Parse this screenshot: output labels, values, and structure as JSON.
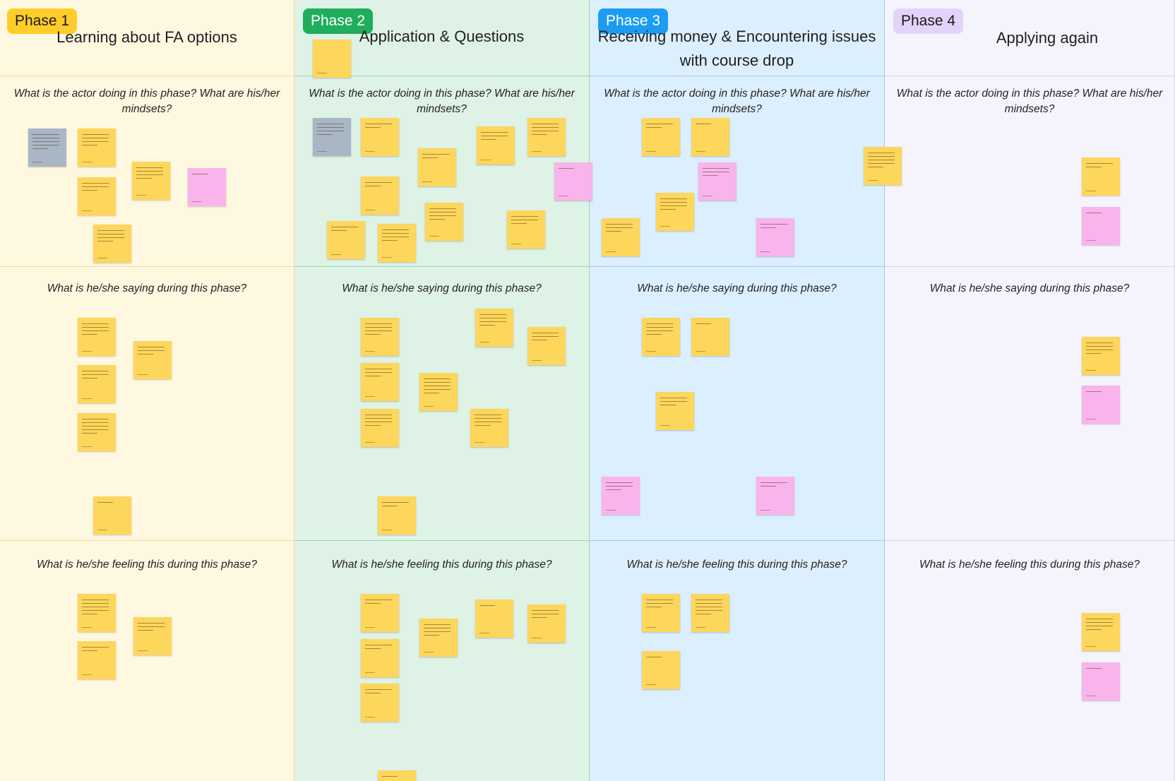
{
  "board": {
    "phases": [
      {
        "tag": "Phase 1",
        "title": "Learning about FA options",
        "tag_color": "#ffcd29",
        "tag_text_color": "#1a1a1a",
        "bg_color": "#fff8e1",
        "border_color": "#f5dc99",
        "questions": {
          "doing": "What is the actor doing in this phase? What are his/her mindsets?",
          "saying": "What is he/she saying during this phase?",
          "feeling": "What is he/she feeling this during this phase?"
        }
      },
      {
        "tag": "Phase 2",
        "title": "Application & Questions",
        "tag_color": "#1fae5c",
        "tag_text_color": "#ffffff",
        "bg_color": "#dff2e6",
        "border_color": "#9dd4b2",
        "questions": {
          "doing": "What is the actor doing in this phase? What are his/her mindsets?",
          "saying": "What is he/she saying during this phase?",
          "feeling": "What is he/she feeling this during this phase?"
        }
      },
      {
        "tag": "Phase 3",
        "title": "Receiving money & Encountering issues with course drop",
        "tag_color": "#1b9cf2",
        "tag_text_color": "#ffffff",
        "bg_color": "#dcefff",
        "border_color": "#9ccbf0",
        "questions": {
          "doing": "What is the actor doing in this phase? What are his/her mindsets?",
          "saying": "What is he/she saying during this phase?",
          "feeling": "What is he/she feeling this during this phase?"
        }
      },
      {
        "tag": "Phase 4",
        "title": "Applying again",
        "tag_color": "#e3d3fb",
        "tag_text_color": "#1a1a1a",
        "bg_color": "#f5f4fd",
        "border_color": "#cfd6e6",
        "questions": {
          "doing": "What is the actor doing in this phase? What are his/her mindsets?",
          "saying": "What is he/she saying during this phase?",
          "feeling": "What is he/she feeling this during this phase?"
        }
      }
    ],
    "sticky_colors": {
      "yellow": "#fdd65c",
      "pink": "#f9b4ec",
      "gray": "#a9b6c6"
    }
  }
}
